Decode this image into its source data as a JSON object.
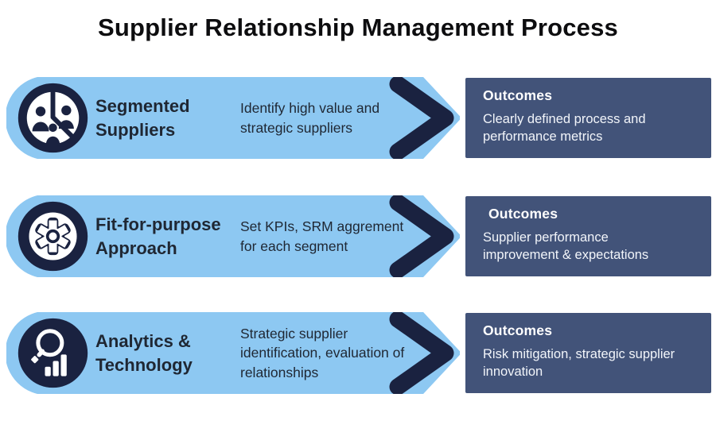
{
  "title": "Supplier Relationship Management Process",
  "colors": {
    "light-blue": "#8DC8F2",
    "navy": "#1A2240",
    "slate": "#425379",
    "title-black": "#0D0D0F",
    "text-dark": "#1F2733",
    "outcome-text": "#F2F5FA",
    "background": "#FFFFFF"
  },
  "rows": [
    {
      "icon": "segmented-suppliers-icon",
      "title": "Segmented Suppliers",
      "description": "Identify high value and strategic suppliers",
      "outcomes_heading": "Outcomes",
      "outcomes_text": "Clearly defined process and performance metrics"
    },
    {
      "icon": "gear-icon",
      "title": "Fit-for-purpose Approach",
      "description": "Set KPIs, SRM aggrement for each segment",
      "outcomes_heading": "Outcomes",
      "outcomes_text": "Supplier performance improvement & expectations"
    },
    {
      "icon": "analytics-icon",
      "title": "Analytics & Technology",
      "description": "Strategic supplier identification, evaluation of relationships",
      "outcomes_heading": "Outcomes",
      "outcomes_text": "Risk mitigation, strategic supplier innovation"
    }
  ]
}
